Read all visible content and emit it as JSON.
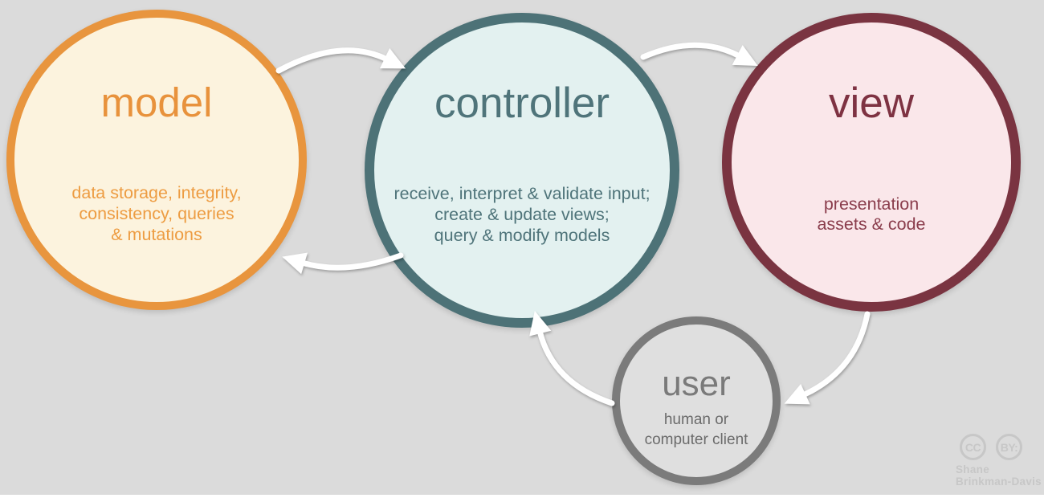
{
  "diagram": {
    "title_implied": "model-view-controller pattern",
    "background_color": "#dbdbdb",
    "nodes": [
      {
        "id": "model",
        "title": "model",
        "lines": [
          "data storage, integrity,",
          "consistency, queries",
          "& mutations"
        ],
        "colors": {
          "border": "#e8953e",
          "fill": "#fcf3de",
          "text": "#e8923c"
        }
      },
      {
        "id": "controller",
        "title": "controller",
        "lines": [
          "receive, interpret & validate input;",
          "create & update views;",
          "query & modify models"
        ],
        "colors": {
          "border": "#4d7277",
          "fill": "#e3f1f0",
          "text": "#4f747a"
        }
      },
      {
        "id": "view",
        "title": "view",
        "lines": [
          "presentation",
          "assets & code"
        ],
        "colors": {
          "border": "#7a3441",
          "fill": "#fae7ea",
          "text": "#7e3242"
        }
      },
      {
        "id": "user",
        "title": "user",
        "lines": [
          "human or",
          "computer client"
        ],
        "colors": {
          "border": "#7b7b7b",
          "fill": "#dfdfdf",
          "text": "#6b6b6b"
        }
      }
    ],
    "edges": [
      {
        "from": "model",
        "to": "controller"
      },
      {
        "from": "controller",
        "to": "view"
      },
      {
        "from": "controller",
        "to": "model"
      },
      {
        "from": "view",
        "to": "user"
      },
      {
        "from": "user",
        "to": "controller"
      }
    ],
    "arrow_color": "#ffffff"
  },
  "attribution": {
    "cc_label": "CC",
    "by_label": "BY:",
    "author_line1": "Shane",
    "author_line2": "Brinkman-Davis",
    "color": "#c7c7c7"
  }
}
